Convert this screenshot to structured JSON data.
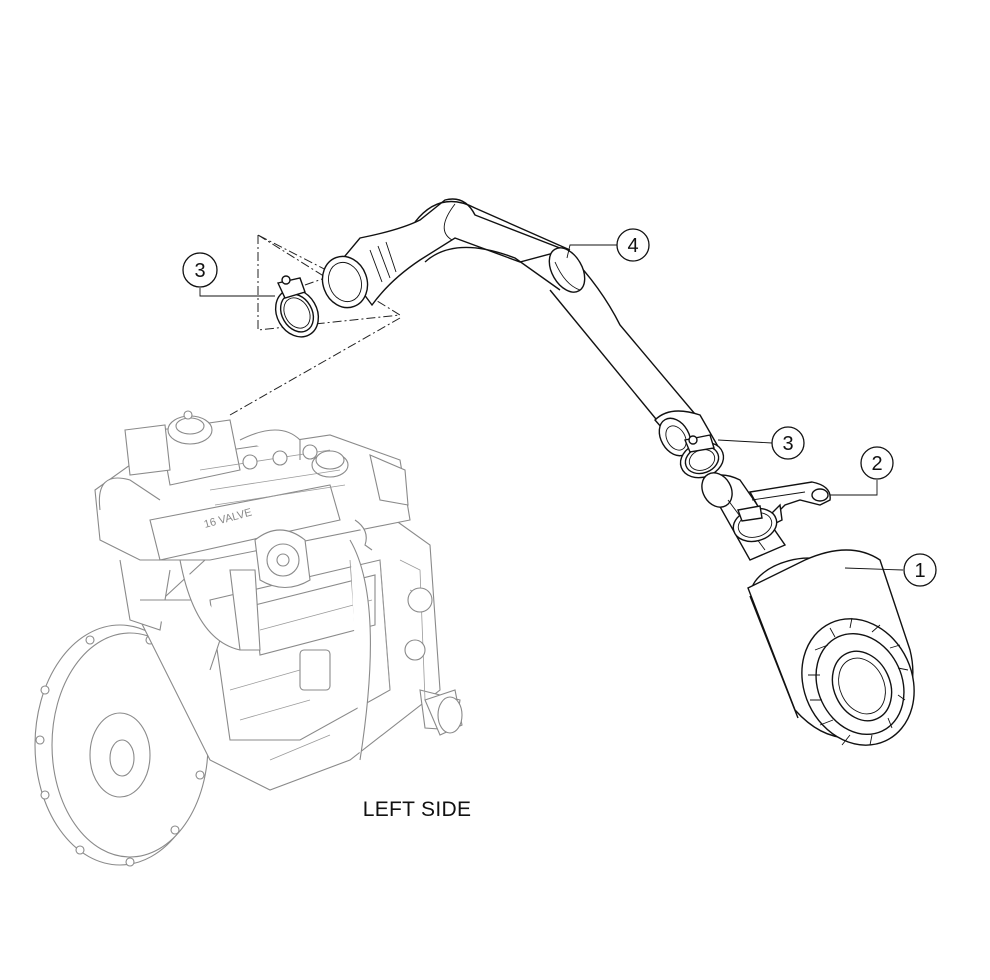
{
  "diagram": {
    "caption": "LEFT SIDE",
    "callouts": [
      {
        "id": "callout-1",
        "number": "1"
      },
      {
        "id": "callout-2",
        "number": "2"
      },
      {
        "id": "callout-3-top",
        "number": "3"
      },
      {
        "id": "callout-3-mid",
        "number": "3"
      },
      {
        "id": "callout-4",
        "number": "4"
      }
    ],
    "engine_label": "16 VALVE"
  }
}
